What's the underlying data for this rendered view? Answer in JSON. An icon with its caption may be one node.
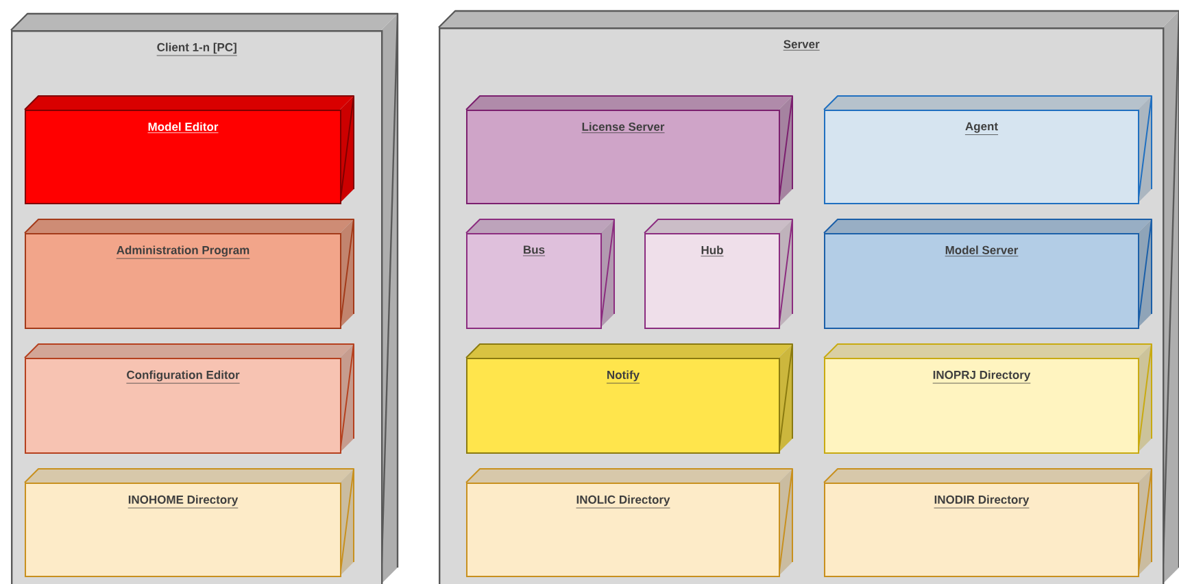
{
  "diagram": {
    "nodes": [
      {
        "text": [
          "Client 1-n [PC]"
        ]
      },
      {
        "text": [
          "Model Editor"
        ],
        "in": 0
      },
      {
        "text": [
          "Administration Program"
        ],
        "in": 0
      },
      {
        "text": [
          "Configuration Editor"
        ],
        "in": 0
      },
      {
        "text": [
          "INOHOME Directory"
        ],
        "in": 0
      },
      {
        "text": [
          "Server"
        ]
      },
      {
        "text": [
          "License Server"
        ],
        "in": 5
      },
      {
        "text": [
          "Agent"
        ],
        "in": 5
      },
      {
        "text": [
          "Bus"
        ],
        "in": 5
      },
      {
        "text": [
          "Hub"
        ],
        "in": 5
      },
      {
        "text": [
          "Model Server"
        ],
        "in": 5
      },
      {
        "text": [
          "Notify"
        ],
        "in": 5
      },
      {
        "text": [
          "INOPRJ Directory"
        ],
        "in": 5
      },
      {
        "text": [
          "INOLIC Directory"
        ],
        "in": 5
      },
      {
        "text": [
          "INODIR Directory"
        ],
        "in": 5
      }
    ]
  }
}
